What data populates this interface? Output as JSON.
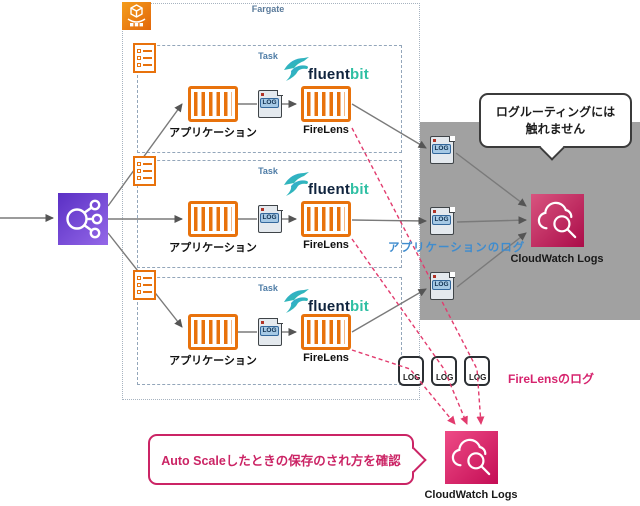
{
  "colors": {
    "aws_orange": "#e8720c",
    "elb_purple": "#7b4be0",
    "cloudwatch_pink": "#c22a63",
    "gray_panel": "#a1a1a1",
    "note_blue": "#3f8cce",
    "note_pink": "#d6246e",
    "connector_gray": "#7a7a7a",
    "connector_pink": "#e23b6e",
    "box_border_blue": "#93a6ba"
  },
  "fargate": {
    "label": "Fargate"
  },
  "tasks": [
    {
      "task_label": "Task",
      "fluent": "fluent",
      "bit": "bit",
      "app_label": "アプリケーション",
      "log_badge": "LOG",
      "firelens_label": "FireLens"
    },
    {
      "task_label": "Task",
      "fluent": "fluent",
      "bit": "bit",
      "app_label": "アプリケーション",
      "log_badge": "LOG",
      "firelens_label": "FireLens"
    },
    {
      "task_label": "Task",
      "fluent": "fluent",
      "bit": "bit",
      "app_label": "アプリケーション",
      "log_badge": "LOG",
      "firelens_label": "FireLens"
    }
  ],
  "gray_panel": {
    "log_badges": [
      "LOG",
      "LOG",
      "LOG"
    ],
    "callout": {
      "line1": "ログルーティングには",
      "line2": "触れません"
    },
    "cloudwatch_label": "CloudWatch Logs"
  },
  "notes": {
    "app_log": "アプリケーションのログ",
    "firelens_log": "FireLensのログ"
  },
  "bottom": {
    "log_badges": [
      "LOG",
      "LOG",
      "LOG"
    ],
    "callout": "Auto Scaleしたときの保存のされ方を確認",
    "cloudwatch_label": "CloudWatch Logs"
  }
}
